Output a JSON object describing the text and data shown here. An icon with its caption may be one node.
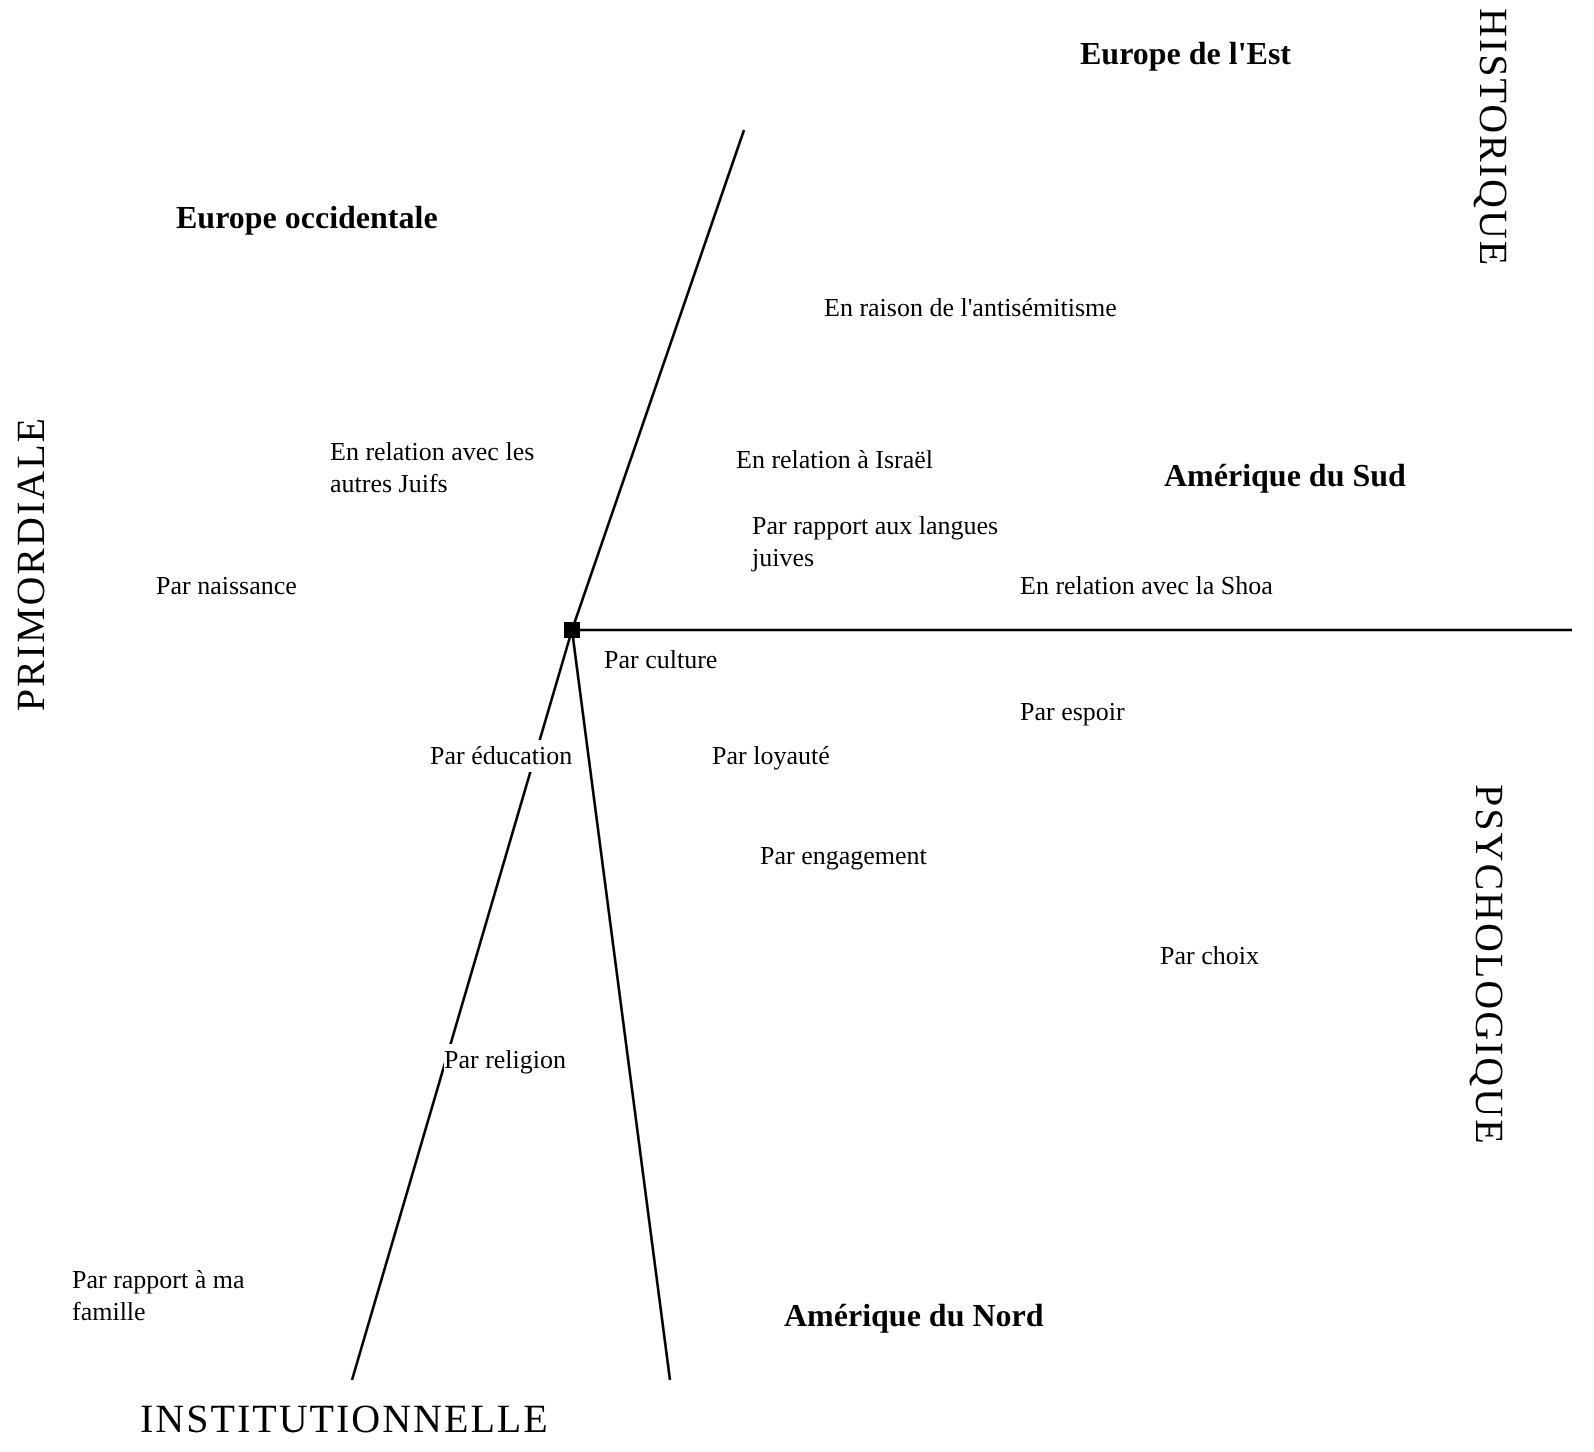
{
  "diagram": {
    "labels": [
      "Europe de l'Est",
      "HISTORIQUE",
      "Europe occidentale",
      "En raison de l'antisémitisme",
      "PRIMORDIALE",
      "En relation avec les autres Juifs",
      "En relation à Israël",
      "Amérique du Sud",
      "Par rapport aux langues juives",
      "Par naissance",
      "En relation avec la Shoa",
      "Par culture",
      "Par espoir",
      "Par éducation",
      "Par loyauté",
      "PSYCHOLOGIQUE",
      "Par engagement",
      "Par choix",
      "Par religion",
      "Par rapport à ma famille",
      "Amérique du Nord",
      "INSTITUTIONNELLE"
    ]
  }
}
